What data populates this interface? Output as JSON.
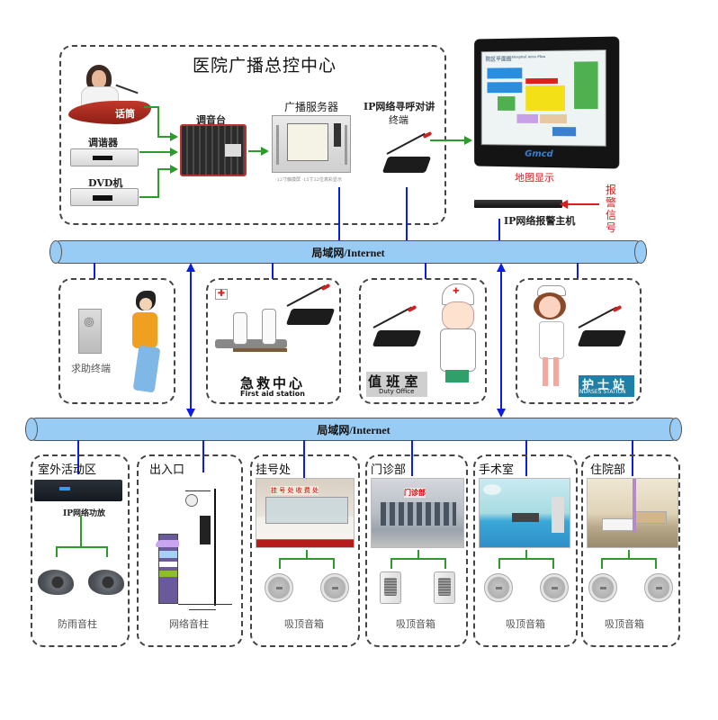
{
  "control_center": {
    "title": "医院广播总控中心",
    "mic_label": "话筒",
    "tuner_label": "调谐器",
    "dvd_label": "DVD机",
    "mixer_label": "调音台",
    "server_label": "广播服务器",
    "server_caption": "·12寸触摸屏  ·15寸32位真彩显示",
    "ip_intercom_label_line1": "IP网络寻呼对讲",
    "ip_intercom_label_line2": "终端"
  },
  "map_display": {
    "label": "地图显示",
    "screen_title": "院区平面图",
    "screen_subtitle": "Hospital Area Plan",
    "brand": "Gmcd"
  },
  "alarm": {
    "host_label": "IP网络报警主机",
    "signal_label_chars": [
      "报",
      "警",
      "信",
      "号"
    ]
  },
  "networks": [
    {
      "label": "局域网/Internet"
    },
    {
      "label": "局域网/Internet"
    }
  ],
  "middle_zones": [
    {
      "id": "help-terminal",
      "label": "求助终端"
    },
    {
      "id": "first-aid",
      "label_cn": "急救中心",
      "label_en": "First aid station"
    },
    {
      "id": "duty-office",
      "label_cn": "值 班 室",
      "label_en": "Duty Office"
    },
    {
      "id": "nurses-station",
      "label_cn": "护士站",
      "label_en": "NURSES STATION"
    }
  ],
  "bottom_zones": [
    {
      "title": "室外活动区",
      "device_label": "IP网络功放",
      "speaker_label": "防雨音柱"
    },
    {
      "title": "出入口",
      "speaker_label": "网络音柱"
    },
    {
      "title": "挂号处",
      "sign_text": "挂 号 处    收 费 处",
      "speaker_label": "吸顶音箱"
    },
    {
      "title": "门诊部",
      "sign_text": "门诊部",
      "speaker_label": "吸顶音箱"
    },
    {
      "title": "手术室",
      "speaker_label": "吸顶音箱"
    },
    {
      "title": "住院部",
      "speaker_label": "吸顶音箱"
    }
  ],
  "colors": {
    "network_fill": "#99ccf5",
    "link_blue": "#0a1fe0",
    "audio_green": "#2c9a2c",
    "alarm_red": "#d62020",
    "nurse_teal": "#1f7fa6"
  }
}
